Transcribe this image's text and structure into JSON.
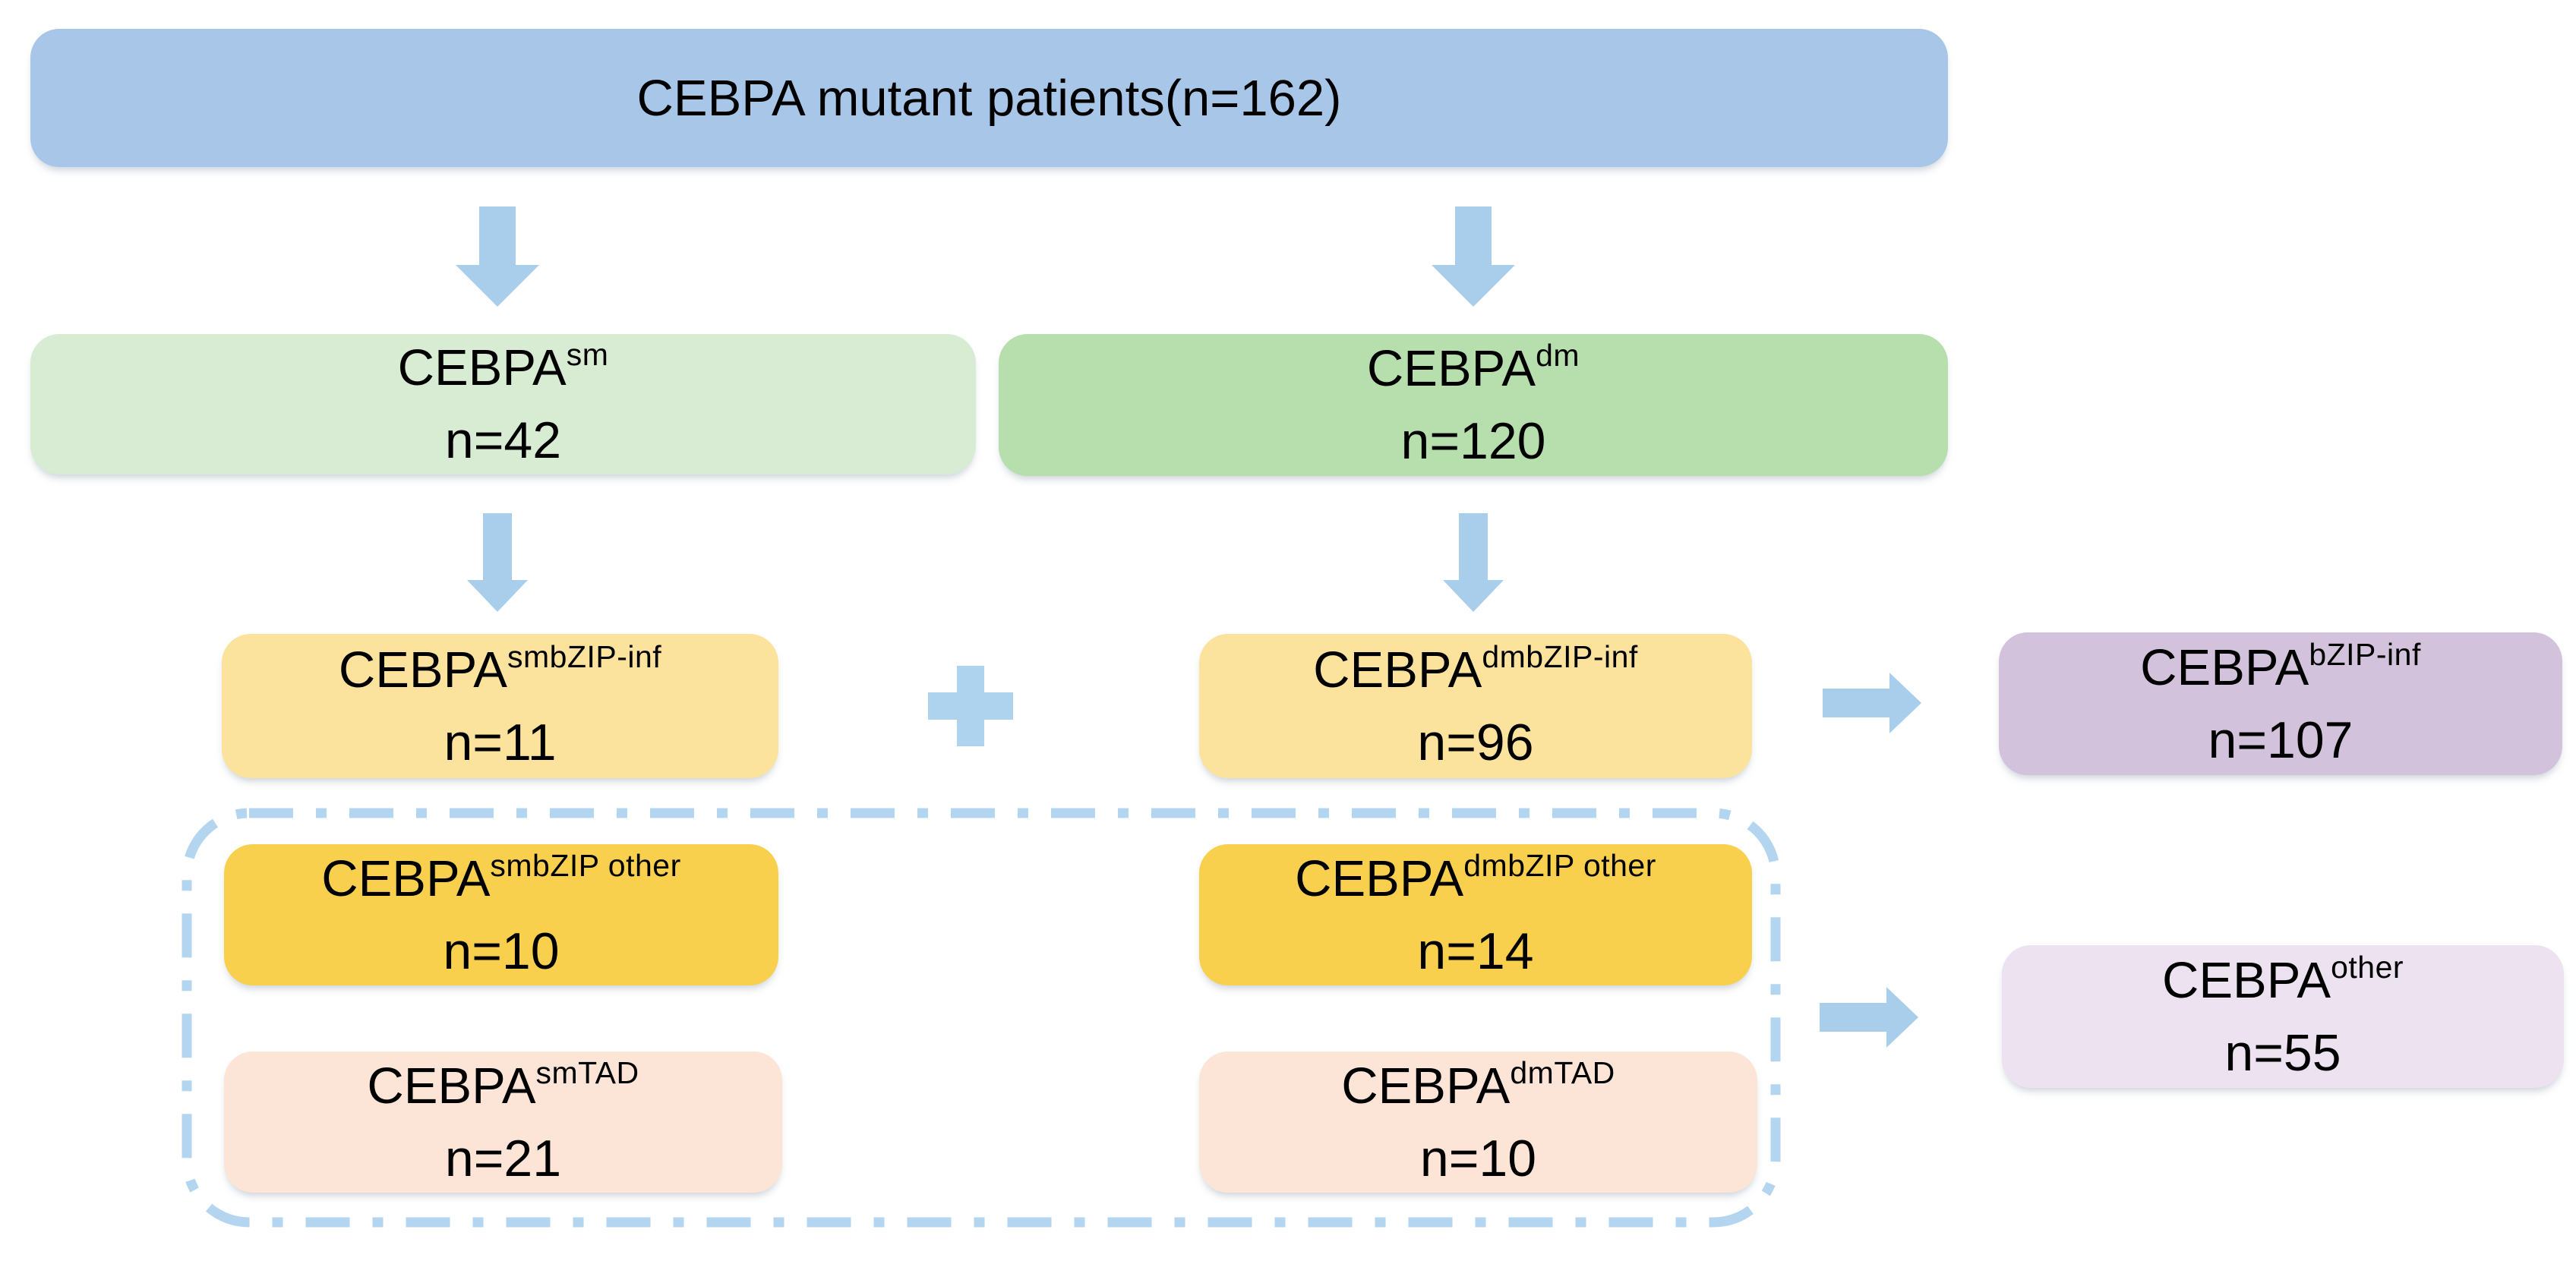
{
  "figure": {
    "title_box": {
      "label": "CEBPA mutant patients(n=162)"
    },
    "boxes": {
      "sm": {
        "base": "CEBPA",
        "sup": "sm",
        "count": "n=42"
      },
      "dm": {
        "base": "CEBPA",
        "sup": "dm",
        "count": "n=120"
      },
      "sm_bzip_inf": {
        "base": "CEBPA",
        "sup": "smbZIP-inf",
        "count": "n=11"
      },
      "dm_bzip_inf": {
        "base": "CEBPA",
        "sup": "dmbZIP-inf",
        "count": "n=96"
      },
      "bzip_inf": {
        "base": "CEBPA",
        "sup": "bZIP-inf",
        "count": "n=107"
      },
      "sm_bzip_other": {
        "base": "CEBPA",
        "sup": "smbZIP other",
        "count": "n=10"
      },
      "dm_bzip_other": {
        "base": "CEBPA",
        "sup": "dmbZIP other",
        "count": "n=14"
      },
      "sm_tad": {
        "base": "CEBPA",
        "sup": "smTAD",
        "count": "n=21"
      },
      "dm_tad": {
        "base": "CEBPA",
        "sup": "dmTAD",
        "count": "n=10"
      },
      "other": {
        "base": "CEBPA",
        "sup": "other",
        "count": "n=55"
      }
    },
    "symbols": {
      "plus": "+"
    },
    "icons": {
      "down_block_arrow": "block arrow pointing down",
      "thin_down_arrow": "thin arrow pointing down",
      "right_arrow": "arrow pointing right",
      "plus_sign": "plus sign joining two groups",
      "dashed_group_border": "dash-dot rounded rectangle grouping non-inf boxes"
    },
    "colors": {
      "root_blue": "#A8C6E8",
      "sm_light_green": "#D8EBD3",
      "dm_green": "#B7DFAE",
      "bzip_inf_yellow": "#FBE39E",
      "bzip_other_gold": "#F8D04E",
      "tad_peach": "#FCE5D7",
      "bzip_inf_purple": "#D3C2DB",
      "other_lavender": "#ECE2F0",
      "arrow_blue": "#A9CEEC",
      "dash_blue": "#B4D5F0",
      "text": "#000000"
    }
  }
}
